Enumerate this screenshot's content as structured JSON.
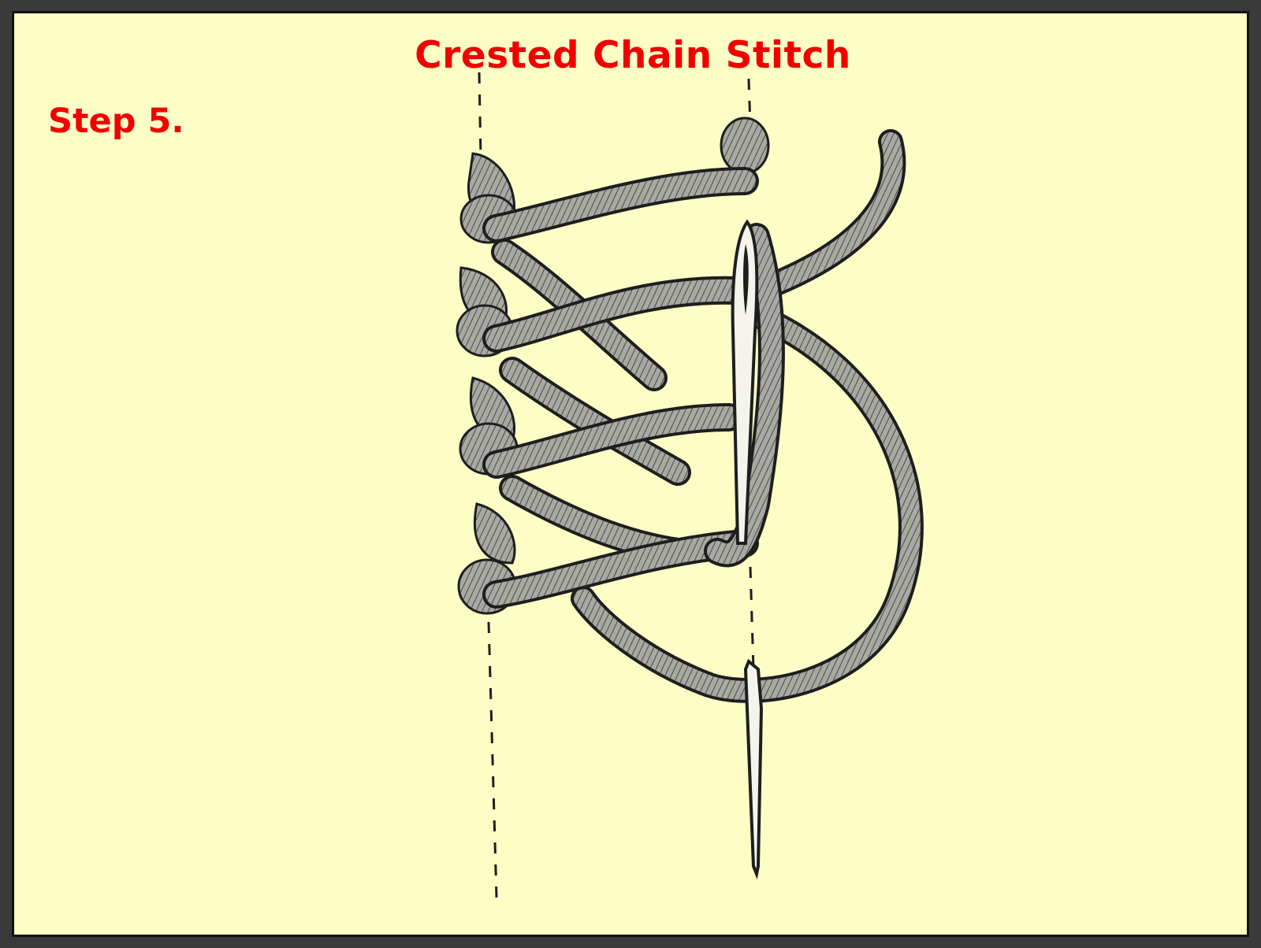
{
  "title": "Crested Chain Stitch",
  "step_label": "Step 5.",
  "colors": {
    "background": "#fdfdc6",
    "label_text": "#f20000",
    "frame": "#3a3a3a",
    "thread_fill": "#a9a9a3",
    "thread_outline": "#1e1e1e",
    "needle": "#2a2a2a"
  },
  "illustration": {
    "subject": "crested chain stitch embroidery, step 5",
    "icons": [
      "thread-loops-icon",
      "sewing-needle-icon",
      "guide-line-icon"
    ]
  }
}
